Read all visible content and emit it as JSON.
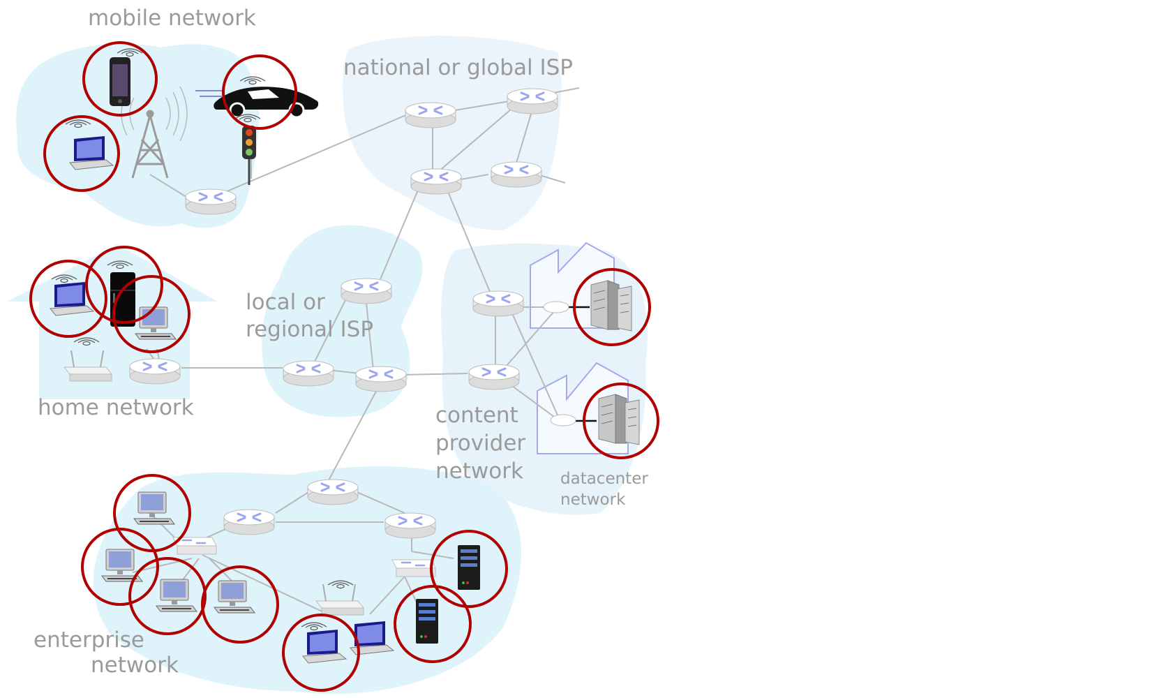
{
  "labels": {
    "mobile_network": "mobile network",
    "national_isp": "national or global ISP",
    "local_isp_line1": "local or",
    "local_isp_line2": "regional ISP",
    "home_network": "home network",
    "content_line1": "content",
    "content_line2": "provider",
    "content_line3": "network",
    "datacenter_line1": "datacenter",
    "datacenter_line2": "network",
    "enterprise_line1": "enterprise",
    "enterprise_line2": "network"
  },
  "colors": {
    "cloud": "#dff3fb",
    "highlight_ring": "#b00000",
    "link": "#b5b5b5",
    "router_top": "#ffffff",
    "router_arrow": "#9aa6ee",
    "datacenter_outline": "#a8a8e8"
  }
}
